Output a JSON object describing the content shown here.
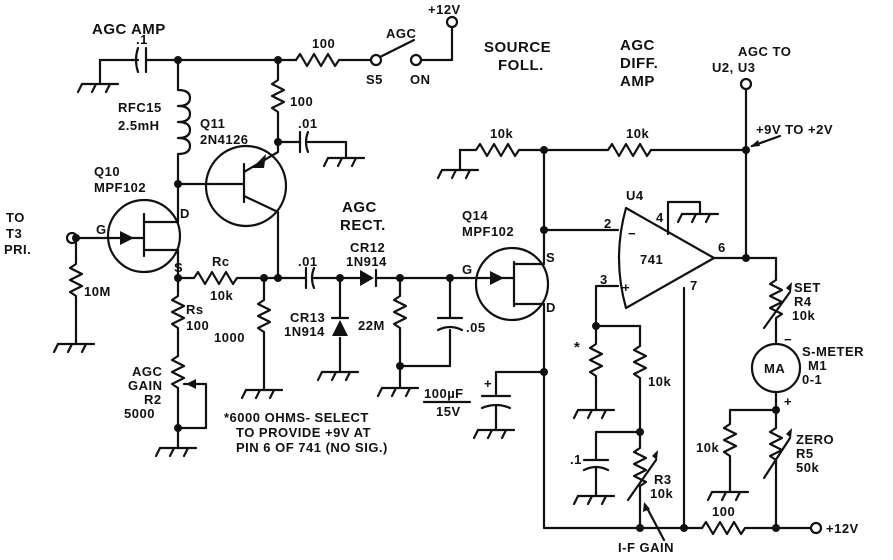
{
  "section_labels": {
    "agc_amp": "AGC AMP",
    "source_foll_1": "SOURCE",
    "source_foll_2": "FOLL.",
    "agc_diff_1": "AGC",
    "agc_diff_2": "DIFF.",
    "agc_diff_3": "AMP",
    "agc_rect_1": "AGC",
    "agc_rect_2": "RECT."
  },
  "components": {
    "c_in": ".1",
    "rfc": "RFC15",
    "rfc_val": "2.5mH",
    "q11": "Q11",
    "q11_part": "2N4126",
    "q10": "Q10",
    "q10_part": "MPF102",
    "r_100_top": "100",
    "r_100_col": "100",
    "c_01_top": ".01",
    "switch_agc": "AGC",
    "switch_name": "S5",
    "switch_on": "ON",
    "supply_top": "+12V",
    "r_10m": "10M",
    "rc": "Rc",
    "rc_val": "10k",
    "rs": "Rs",
    "rs_val": "100",
    "r_1000": "1000",
    "agc_gain_1": "AGC",
    "agc_gain_2": "GAIN",
    "r2": "R2",
    "r2_val": "5000",
    "c_01_mid": ".01",
    "cr12": "CR12",
    "cr12_part": "1N914",
    "cr13": "CR13",
    "cr13_part": "1N914",
    "r_22m": "22M",
    "c_05": ".05",
    "q14": "Q14",
    "q14_part": "MPF102",
    "r_10k_sf": "10k",
    "r_10k_fb": "10k",
    "u4": "U4",
    "u4_part": "741",
    "pin2": "2",
    "pin3": "3",
    "pin4": "4",
    "pin6": "6",
    "pin7": "7",
    "c_100uf_1": "100µF",
    "c_100uf_2": "15V",
    "r_star": "*",
    "r_10k_div": "10k",
    "c_1": ".1",
    "r3": "R3",
    "r3_val": "10k",
    "if_gain": "I-F GAIN",
    "set": "SET",
    "r4": "R4",
    "r4_val": "10k",
    "meter_label": "MA",
    "s_meter": "S-METER",
    "m1": "M1",
    "m1_range": "0-1",
    "meter_minus": "−",
    "meter_plus": "+",
    "zero": "ZERO",
    "r5": "R5",
    "r5_val": "50k",
    "r_10k_zero": "10k",
    "r_100_bot": "100",
    "supply_bot": "+12V",
    "cap_plus": "+"
  },
  "terminals": {
    "input_1": "TO",
    "input_2": "T3",
    "input_3": "PRI.",
    "agc_out_1": "AGC TO",
    "agc_out_2": "U2, U3",
    "agc_range": "+9V TO +2V"
  },
  "gates": {
    "q10_g": "G",
    "q10_d": "D",
    "q10_s": "S",
    "q14_g": "G",
    "q14_s": "S",
    "q14_d": "D",
    "opamp_minus": "−",
    "opamp_plus": "+"
  },
  "note": {
    "line1": "*6000 OHMS- SELECT",
    "line2": "TO PROVIDE +9V AT",
    "line3": "PIN 6 OF 741 (NO SIG.)"
  }
}
